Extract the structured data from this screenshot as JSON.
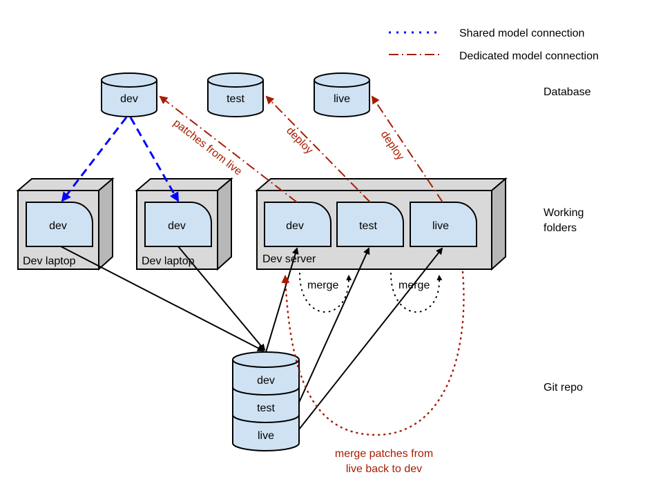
{
  "legend": {
    "shared": "Shared model connection",
    "dedicated": "Dedicated model connection"
  },
  "tiers": {
    "database": "Database",
    "working_line1": "Working",
    "working_line2": "folders",
    "git": "Git repo"
  },
  "databases": [
    {
      "label": "dev"
    },
    {
      "label": "test"
    },
    {
      "label": "live"
    }
  ],
  "machines": [
    {
      "caption": "Dev laptop",
      "folders": [
        "dev"
      ]
    },
    {
      "caption": "Dev laptop",
      "folders": [
        "dev"
      ]
    },
    {
      "caption": "Dev server",
      "folders": [
        "dev",
        "test",
        "live"
      ]
    }
  ],
  "git_repo": {
    "branches": [
      "dev",
      "test",
      "live"
    ]
  },
  "edge_labels": {
    "patches_from_live": "patches from live",
    "deploy_test": "deploy",
    "deploy_live": "deploy",
    "merge_1": "merge",
    "merge_2": "merge",
    "merge_back_line1": "merge patches from",
    "merge_back_line2": "live back to dev"
  },
  "colors": {
    "shared": "#0000ff",
    "dedicated": "#a61c00",
    "node_fill": "#cfe2f3",
    "box_fill": "#d9d9d9",
    "box_side": "#b7b7b7"
  }
}
